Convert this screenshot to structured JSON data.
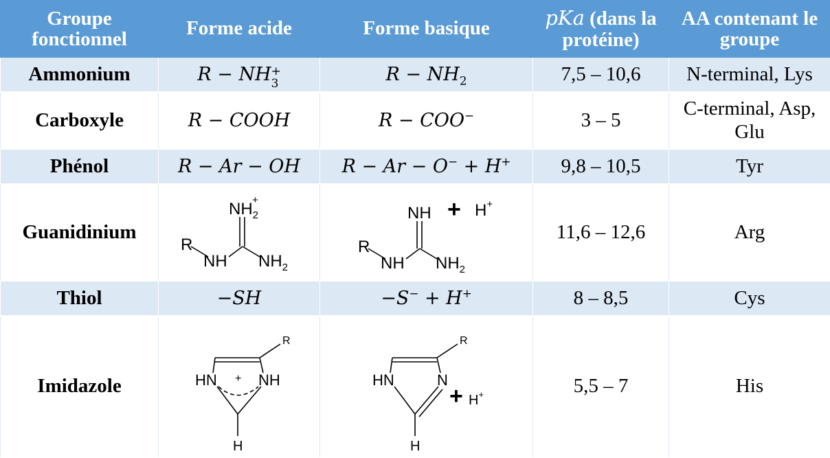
{
  "headers": {
    "group": "Groupe fonctionnel",
    "acid": "Forme acide",
    "basic": "Forme basique",
    "pka_symbol": "pKa",
    "pka_rest": " (dans la protéine)",
    "aa": "AA contenant le groupe"
  },
  "rows": [
    {
      "group": "Ammonium",
      "acid": "R − NH3+",
      "basic": "R − NH2",
      "pka": "7,5 – 10,6",
      "aa": "N-terminal, Lys"
    },
    {
      "group": "Carboxyle",
      "acid": "R − COOH",
      "basic": "R − COO−",
      "pka": "3 – 5",
      "aa": "C-terminal, Asp, Glu"
    },
    {
      "group": "Phénol",
      "acid": "R − Ar − OH",
      "basic": "R − Ar − O− + H+",
      "pka": "9,8 – 10,5",
      "aa": "Tyr"
    },
    {
      "group": "Guanidinium",
      "pka": "11,6 – 12,6",
      "aa": "Arg"
    },
    {
      "group": "Thiol",
      "acid": "−SH",
      "basic": "−S− + H+",
      "pka": "8 – 8,5",
      "aa": "Cys"
    },
    {
      "group": "Imidazole",
      "pka": "5,5 – 7",
      "aa": "His"
    }
  ],
  "structures": {
    "guan_acid": {
      "r": "R",
      "nh": "NH",
      "nh2_top": "NH2+",
      "nh2_right": "NH2"
    },
    "guan_basic": {
      "r": "R",
      "nh": "NH",
      "nh_top": "NH",
      "nh2_right": "NH2",
      "plus": "+",
      "h": "H+"
    },
    "imid_acid": {
      "r": "R",
      "hn": "HN",
      "nh": "NH",
      "charge": "+",
      "h": "H"
    },
    "imid_basic": {
      "r": "R",
      "hn": "HN",
      "n": "N",
      "h": "H",
      "plus": "+",
      "hplus": "H+"
    }
  }
}
